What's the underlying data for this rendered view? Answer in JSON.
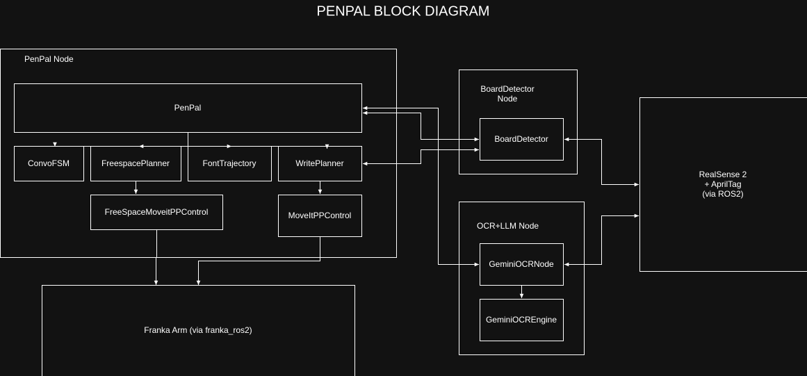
{
  "title": "PENPAL BLOCK DIAGRAM",
  "containers": {
    "penpal_node": "PenPal Node",
    "boarddetector_node": [
      "BoardDetector",
      "Node"
    ],
    "ocr_llm_node": "OCR+LLM Node"
  },
  "blocks": {
    "penpal": "PenPal",
    "convofsm": "ConvoFSM",
    "freespaceplanner": "FreespacePlanner",
    "fonttrajectory": "FontTrajectory",
    "writeplanner": "WritePlanner",
    "freespacemoveitppcontrol": "FreeSpaceMoveitPPControl",
    "moveitppcontrol": "MoveItPPControl",
    "franka_arm": "Franka Arm (via franka_ros2)",
    "boarddetector": "BoardDetector",
    "realsense": [
      "RealSense 2",
      "+ AprilTag",
      "(via ROS2)"
    ],
    "geminiocrnode": "GeminiOCRNode",
    "geminiocrengine": "GeminiOCREngine"
  },
  "colors": {
    "background": "#121212",
    "stroke": "#ffffff",
    "text": "#ffffff"
  }
}
